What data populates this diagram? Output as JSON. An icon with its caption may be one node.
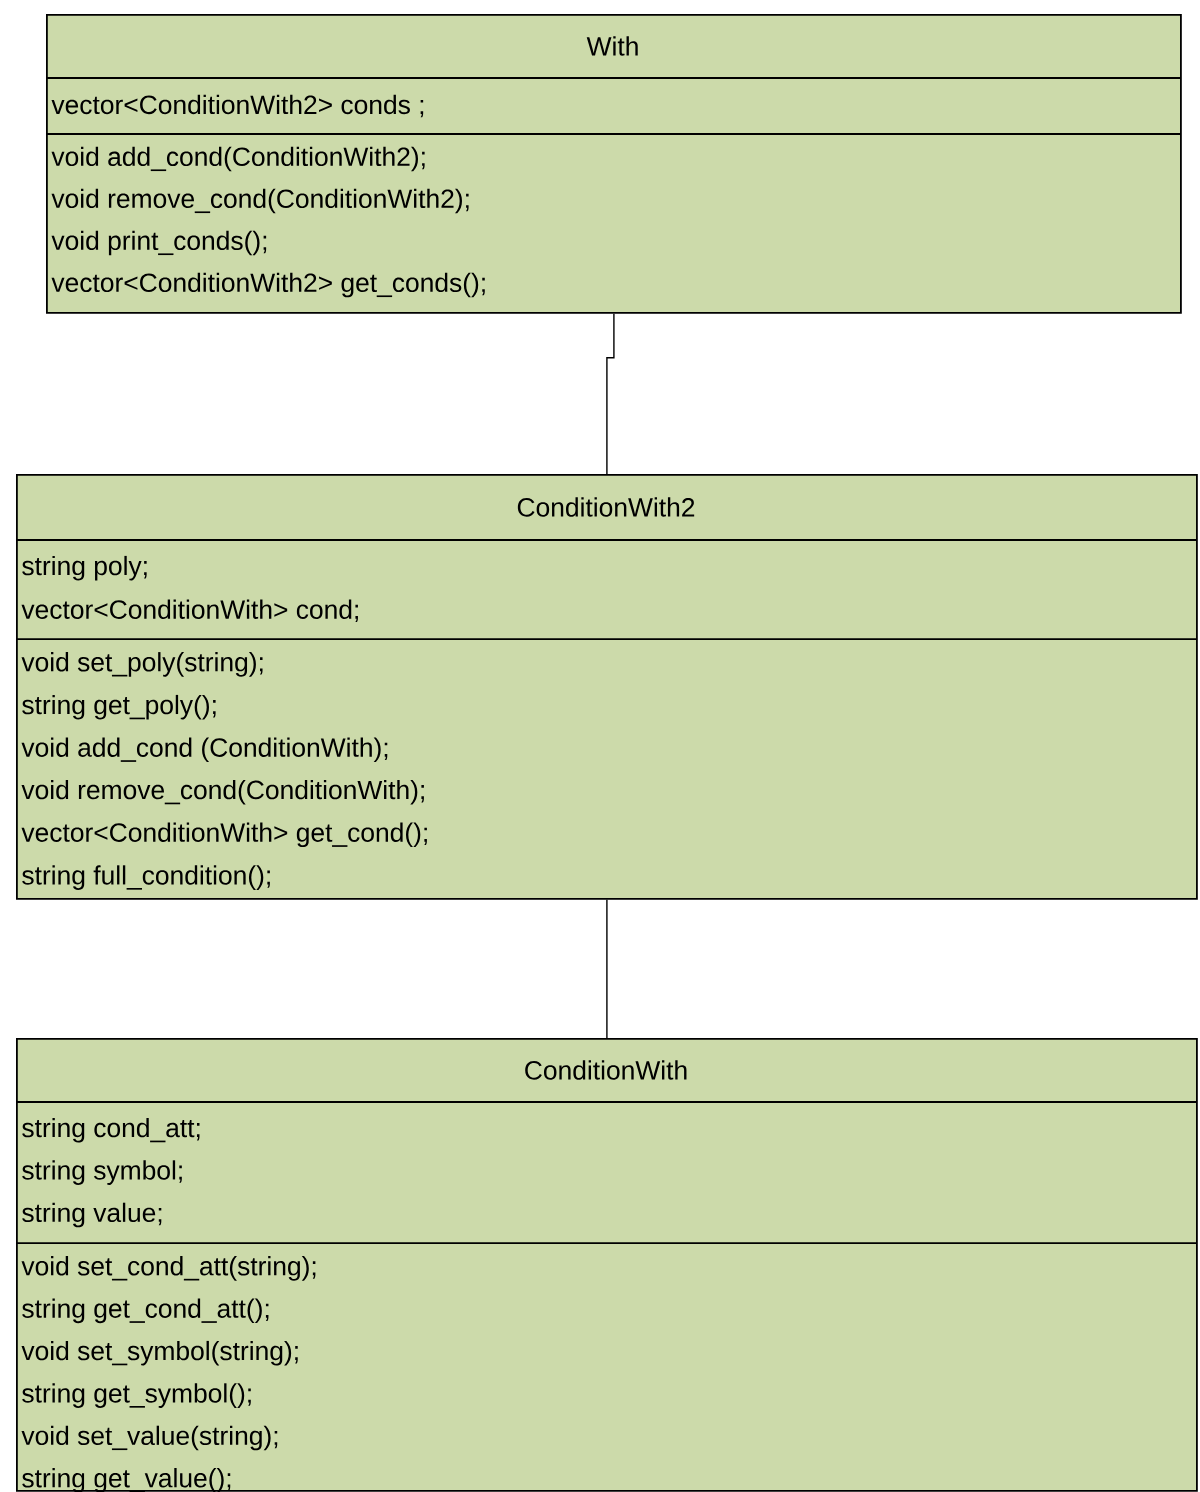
{
  "diagram": {
    "nodes": [
      {
        "text": [
          "With",
          "vector<ConditionWith2> conds ;",
          "void add_cond(ConditionWith2);",
          "void remove_cond(ConditionWith2);",
          "void print_conds();",
          "vector<ConditionWith2> get_conds();"
        ]
      },
      {
        "text": [
          "ConditionWith2",
          "string poly;",
          "vector<ConditionWith> cond;",
          "void set_poly(string);",
          "string get_poly();",
          "void add_cond (ConditionWith);",
          "void remove_cond(ConditionWith);",
          "vector<ConditionWith> get_cond();",
          "string full_condition();"
        ]
      },
      {
        "text": [
          "ConditionWith",
          "string cond_att;",
          "string symbol;",
          "string value;",
          "void set_cond_att(string);",
          "string get_cond_att();",
          "void set_symbol(string);",
          "string get_symbol();",
          "void set_value(string);",
          "string get_value();"
        ]
      }
    ],
    "edges": [
      {
        "from": 0,
        "to": 1,
        "arrow": "none"
      },
      {
        "from": 1,
        "to": 2,
        "arrow": "none"
      }
    ]
  }
}
